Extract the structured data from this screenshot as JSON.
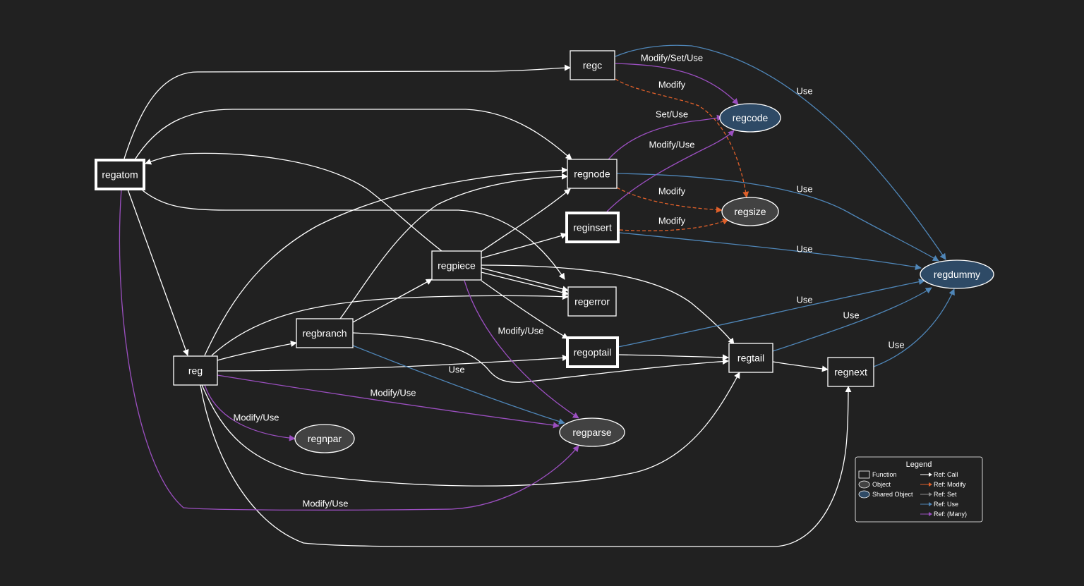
{
  "colors": {
    "background": "#212121",
    "call": "#ffffff",
    "modify": "#e0602a",
    "use": "#4f86b8",
    "many": "#9b4fc0",
    "object_fill": "#424242",
    "shared_fill": "#2e4a66"
  },
  "nodes": {
    "regc": "regc",
    "regatom": "regatom",
    "regnode": "regnode",
    "reginsert": "reginsert",
    "regpiece": "regpiece",
    "regerror": "regerror",
    "regbranch": "regbranch",
    "regoptail": "regoptail",
    "reg": "reg",
    "regtail": "regtail",
    "regnext": "regnext",
    "regcode": "regcode",
    "regsize": "regsize",
    "regdummy": "regdummy",
    "regparse": "regparse",
    "regnpar": "regnpar"
  },
  "edge_labels": {
    "regc_regcode": "Modify/Set/Use",
    "regc_regsize": "Modify",
    "regc_regdummy": "Use",
    "regnode_regcode": "Set/Use",
    "reginsert_regcode": "Modify/Use",
    "regnode_regsize": "Modify",
    "reginsert_regsize": "Modify",
    "regnode_regdummy": "Use",
    "reginsert_regdummy": "Use",
    "regoptail_regdummy": "Use",
    "regtail_regdummy": "Use",
    "regnext_regdummy": "Use",
    "regpiece_regparse": "Modify/Use",
    "regbranch_regparse": "Use",
    "reg_regparse": "Modify/Use",
    "reg_regnpar": "Modify/Use",
    "regatom_regparse": "Modify/Use"
  },
  "legend": {
    "title": "Legend",
    "function": "Function",
    "object": "Object",
    "shared_object": "Shared Object",
    "ref_call": "Ref: Call",
    "ref_modify": "Ref: Modify",
    "ref_set": "Ref: Set",
    "ref_use": "Ref: Use",
    "ref_many": "Ref: (Many)"
  }
}
